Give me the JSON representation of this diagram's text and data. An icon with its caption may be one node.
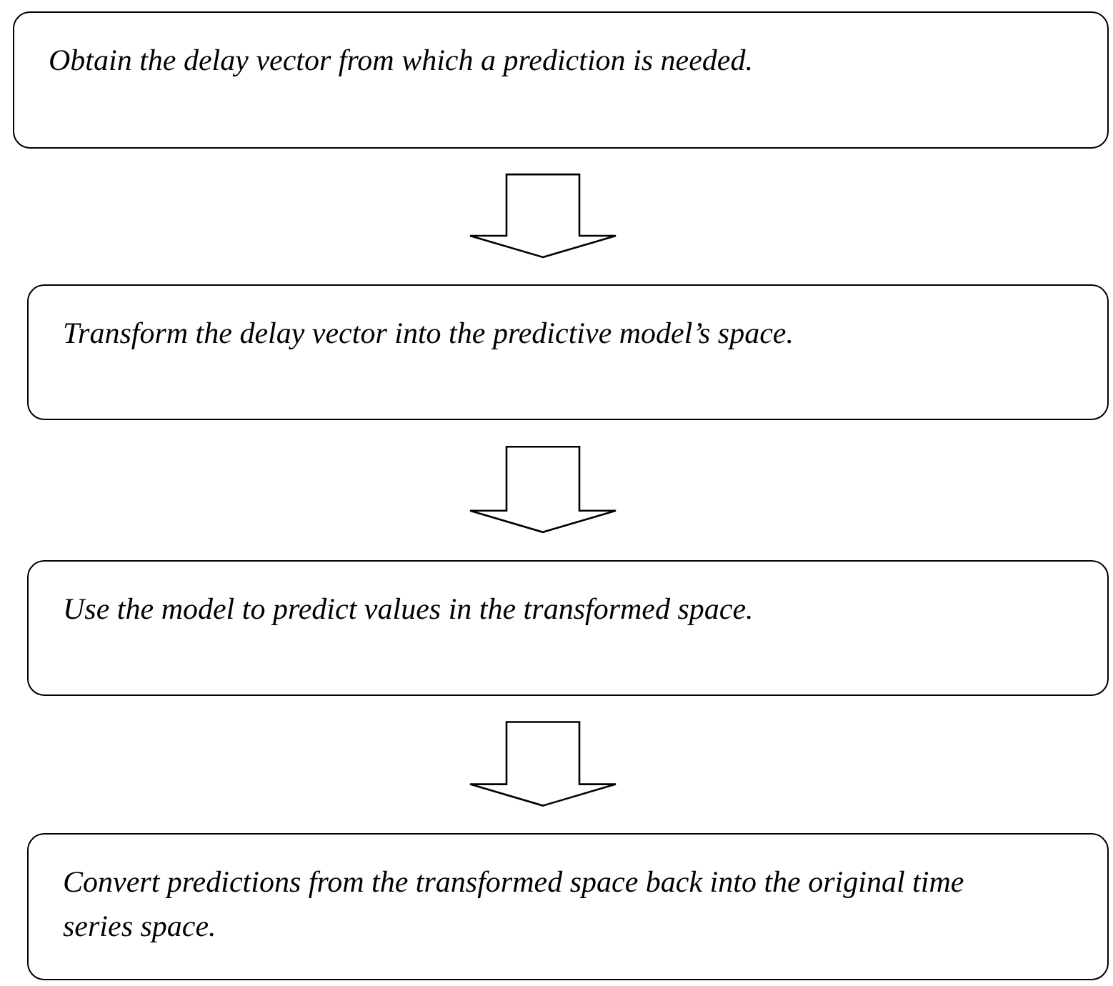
{
  "diagram": {
    "nodes": [
      {
        "text": [
          "Obtain the delay vector from which a prediction is needed."
        ]
      },
      {
        "text": [
          "Transform the delay vector into the predictive model’s space."
        ]
      },
      {
        "text": [
          "Use the model to predict values in the transformed space."
        ]
      },
      {
        "text": [
          "Convert predictions from the transformed space back into the original time series space."
        ]
      }
    ],
    "edges": [
      {
        "from": 0,
        "to": 1,
        "arrow": "to"
      },
      {
        "from": 1,
        "to": 2,
        "arrow": "to"
      },
      {
        "from": 2,
        "to": 3,
        "arrow": "to"
      }
    ]
  }
}
